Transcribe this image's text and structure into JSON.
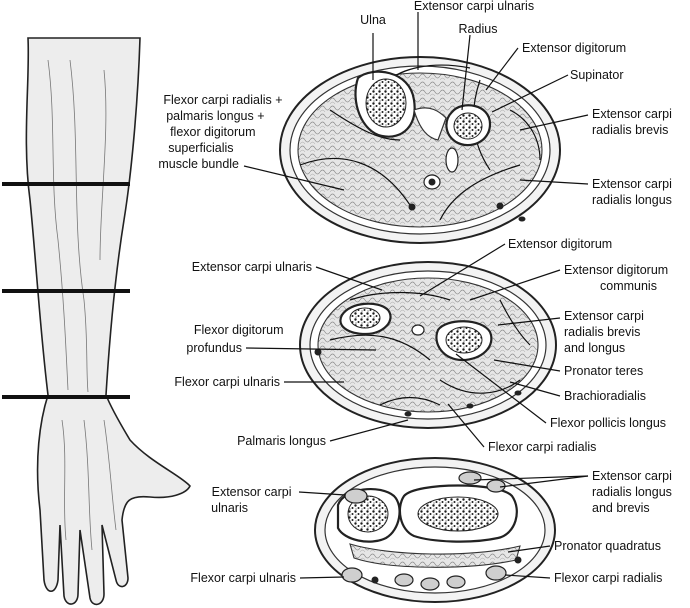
{
  "arm": {
    "levels": [
      "upper-section-level",
      "middle-section-level",
      "lower-section-level"
    ]
  },
  "sections": {
    "upper": {
      "labels": {
        "ulna": "Ulna",
        "ecu": "Extensor carpi ulnaris",
        "radius": "Radius",
        "ed": "Extensor digitorum",
        "supinator": "Supinator",
        "fcr_bundle": [
          "Flexor carpi radialis +",
          "palmaris longus +",
          "flexor digitorum",
          "superficialis",
          "muscle bundle"
        ],
        "ecrb": [
          "Extensor carpi",
          "radialis brevis"
        ],
        "ecrl": [
          "Extensor carpi",
          "radialis longus"
        ]
      }
    },
    "middle": {
      "labels": {
        "ed": "Extensor digitorum",
        "ecu": "Extensor carpi ulnaris",
        "edc": [
          "Extensor digitorum",
          "communis"
        ],
        "fdp": [
          "Flexor digitorum",
          "profundus"
        ],
        "ecrbl": [
          "Extensor carpi",
          "radialis brevis",
          "and longus"
        ],
        "pt": "Pronator teres",
        "fcu": "Flexor carpi ulnaris",
        "br": "Brachioradialis",
        "fpl": "Flexor pollicis longus",
        "pl": "Palmaris longus",
        "fcr": "Flexor carpi radialis"
      }
    },
    "lower": {
      "labels": {
        "ecu": [
          "Extensor carpi",
          "ulnaris"
        ],
        "ecrlb": [
          "Extensor carpi",
          "radialis longus",
          "and brevis"
        ],
        "pq": "Pronator quadratus",
        "fcu": "Flexor carpi ulnaris",
        "fcr": "Flexor carpi radialis"
      }
    }
  }
}
